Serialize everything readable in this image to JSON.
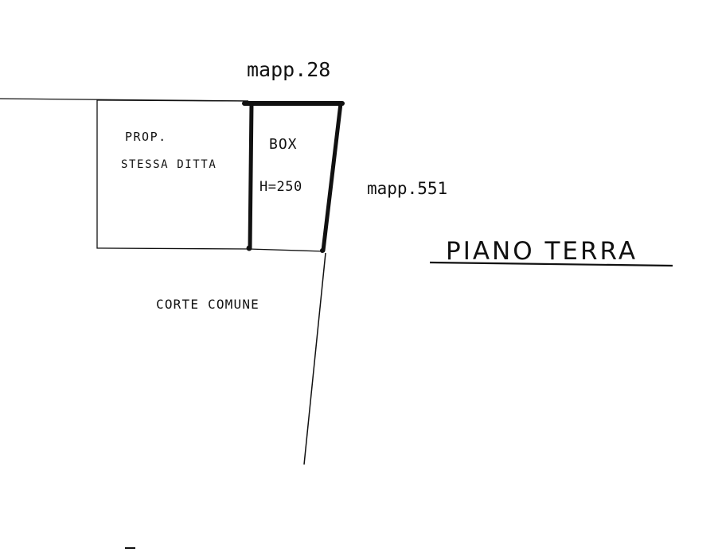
{
  "labels": {
    "north_parcel": "mapp.28",
    "east_parcel": "mapp.551",
    "owner_line1": "PROP.",
    "owner_line2": "STESSA DITTA",
    "box_label": "BOX",
    "box_height": "H=250",
    "courtyard": "CORTE COMUNE",
    "floor_title": "PIANO TERRA"
  },
  "colors": {
    "ink": "#111111",
    "paper": "#ffffff"
  }
}
